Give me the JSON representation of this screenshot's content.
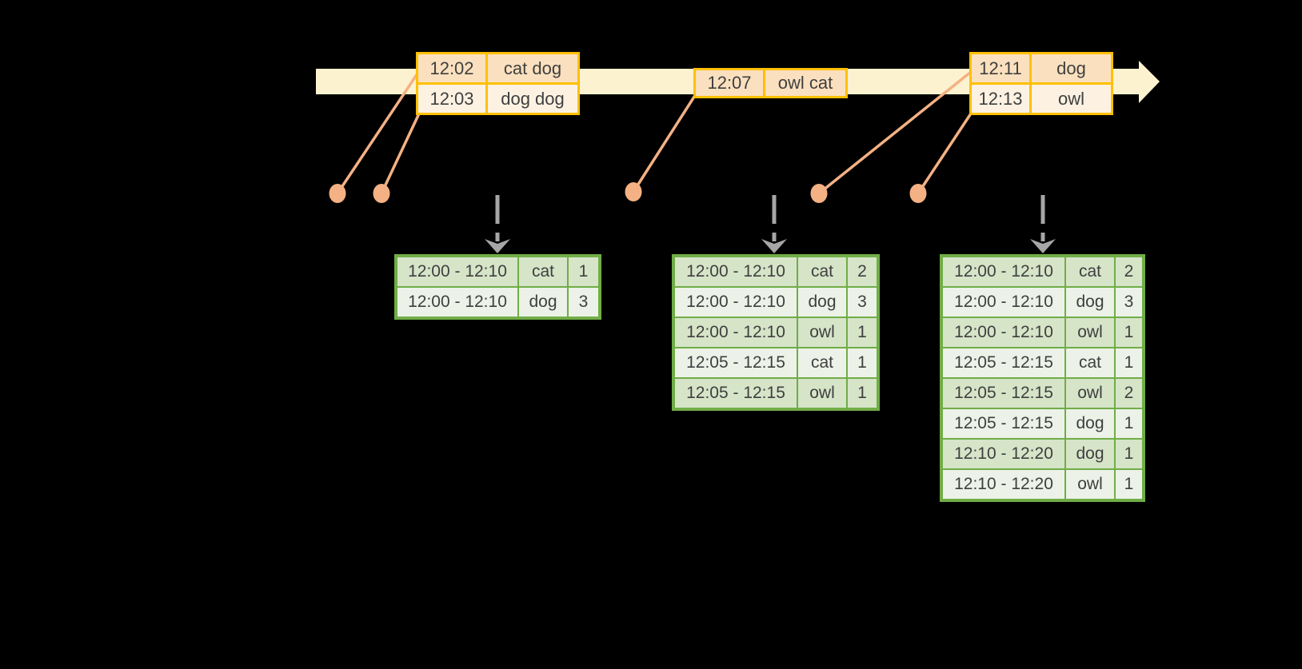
{
  "colors": {
    "background": "#000000",
    "timeline_band": "#FCF2CF",
    "event_table_border": "#FFC000",
    "event_row_dark": "#FAE0BE",
    "event_row_light": "#FDF2E2",
    "event_marker_orange": "#F4B183",
    "trigger_arrow_gray": "#A6A6A6",
    "result_table_border": "#70AD47",
    "result_row_dark": "#D6E4C8",
    "result_row_light": "#ECF2E7",
    "text": "#3F3F3F"
  },
  "icons": {
    "timeline_arrow": "right-arrow",
    "trigger_arrow": "dashed-down-arrow",
    "event_marker": "dot"
  },
  "event_tables": [
    {
      "rows": [
        [
          "12:02",
          "cat dog"
        ],
        [
          "12:03",
          "dog dog"
        ]
      ]
    },
    {
      "rows": [
        [
          "12:07",
          "owl cat"
        ]
      ]
    },
    {
      "rows": [
        [
          "12:11",
          "dog"
        ],
        [
          "12:13",
          "owl"
        ]
      ]
    }
  ],
  "result_tables": [
    {
      "rows": [
        [
          "12:00 - 12:10",
          "cat",
          "1"
        ],
        [
          "12:00 - 12:10",
          "dog",
          "3"
        ]
      ]
    },
    {
      "rows": [
        [
          "12:00 - 12:10",
          "cat",
          "2"
        ],
        [
          "12:00 - 12:10",
          "dog",
          "3"
        ],
        [
          "12:00 - 12:10",
          "owl",
          "1"
        ],
        [
          "12:05 - 12:15",
          "cat",
          "1"
        ],
        [
          "12:05 - 12:15",
          "owl",
          "1"
        ]
      ]
    },
    {
      "rows": [
        [
          "12:00 - 12:10",
          "cat",
          "2"
        ],
        [
          "12:00 - 12:10",
          "dog",
          "3"
        ],
        [
          "12:00 - 12:10",
          "owl",
          "1"
        ],
        [
          "12:05 - 12:15",
          "cat",
          "1"
        ],
        [
          "12:05 - 12:15",
          "owl",
          "2"
        ],
        [
          "12:05 - 12:15",
          "dog",
          "1"
        ],
        [
          "12:10 - 12:20",
          "dog",
          "1"
        ],
        [
          "12:10 - 12:20",
          "owl",
          "1"
        ]
      ]
    }
  ]
}
